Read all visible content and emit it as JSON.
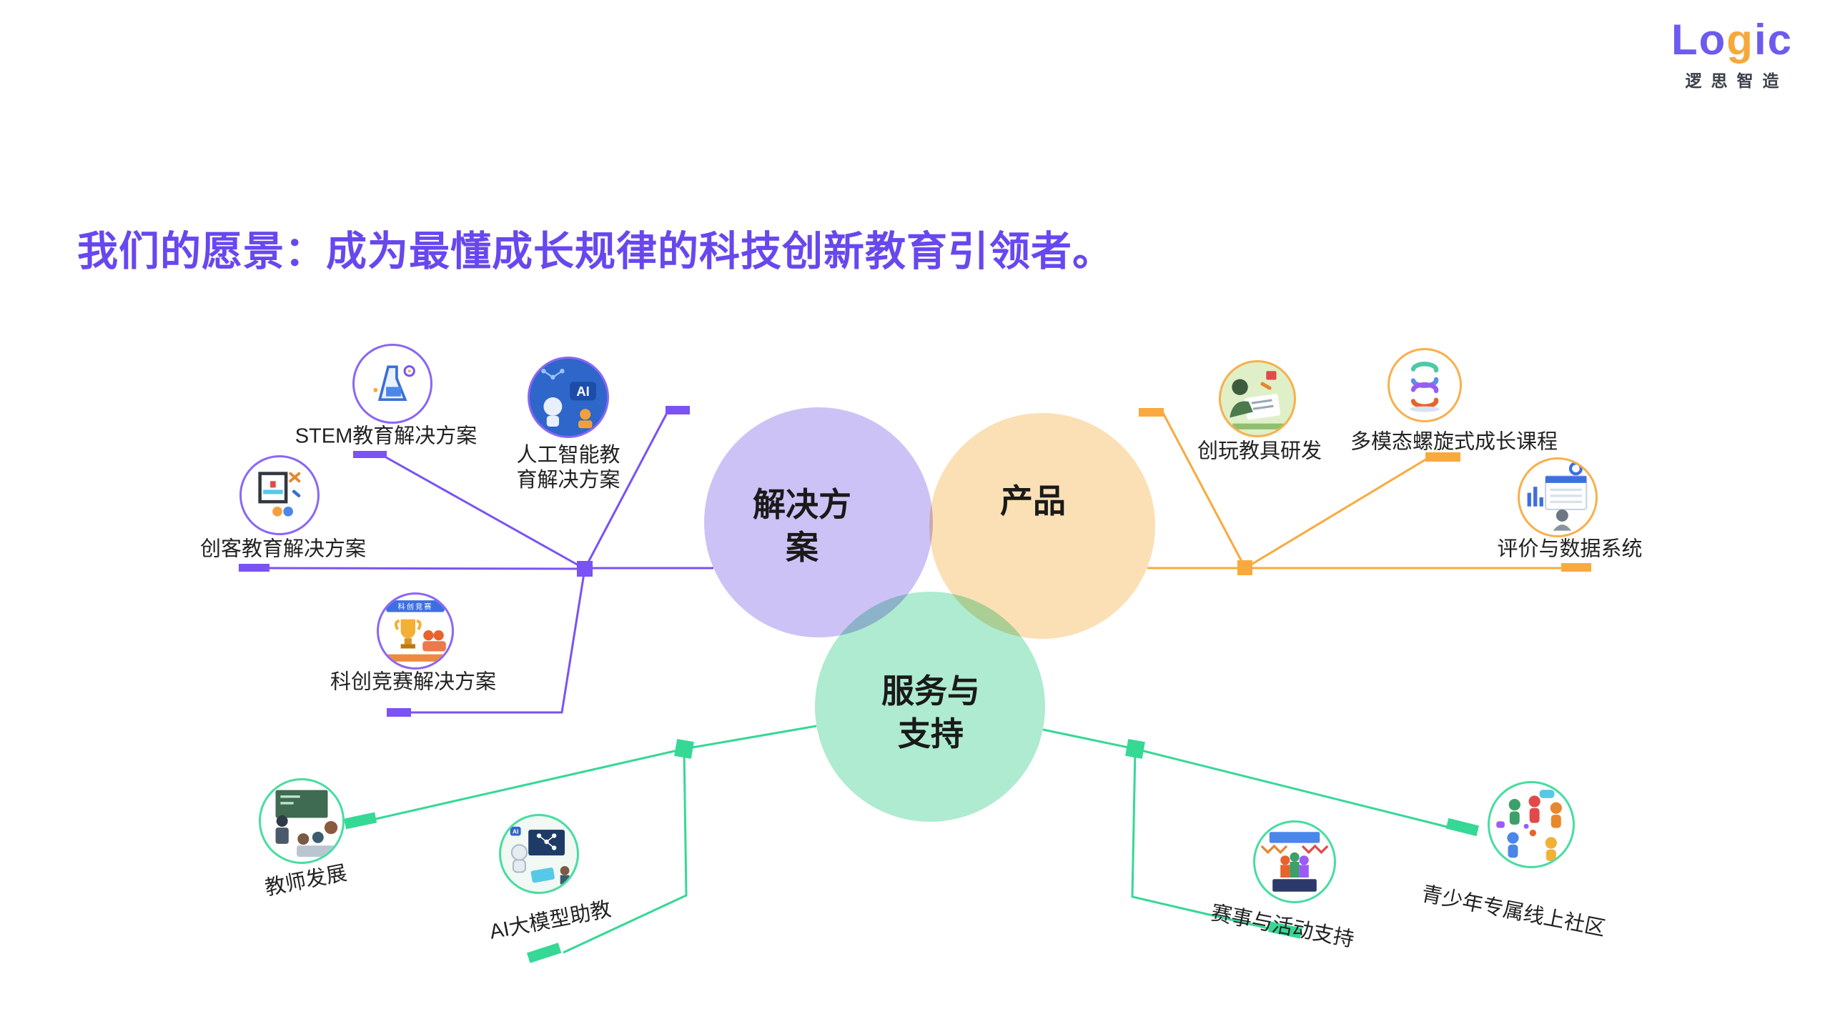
{
  "logo": {
    "part1": "Lo",
    "part2": "g",
    "part3": "ic",
    "subtitle": "逻思智造"
  },
  "title": "我们的愿景：成为最懂成长规律的科技创新教育引领者。",
  "colors": {
    "accent_purple": "#7A52F5",
    "accent_orange": "#F9A93E",
    "accent_green": "#35D895",
    "title_purple": "#6847EF",
    "venn_purple_fill": "#CDC2F6",
    "venn_orange_fill": "#FBE0B6",
    "venn_green_fill": "#AEEBD1",
    "logo_purple": "#6C5BEE",
    "logo_orange": "#F6A93B"
  },
  "venn": {
    "solutions": "解决方案",
    "products": "产品",
    "services": "服务与支持"
  },
  "items": {
    "stem": "STEM教育解决方案",
    "ai_edu": "人工智能教育解决方案",
    "maker": "创客教育解决方案",
    "competition": "科创竞赛解决方案",
    "toys": "创玩教具研发",
    "curriculum": "多模态螺旋式成长课程",
    "evaluation": "评价与数据系统",
    "teacher": "教师发展",
    "ai_assistant": "AI大模型助教",
    "events": "赛事与活动支持",
    "community": "青少年专属线上社区"
  },
  "icon_text": {
    "ai": "AI",
    "competition_banner": "科创竞赛"
  }
}
